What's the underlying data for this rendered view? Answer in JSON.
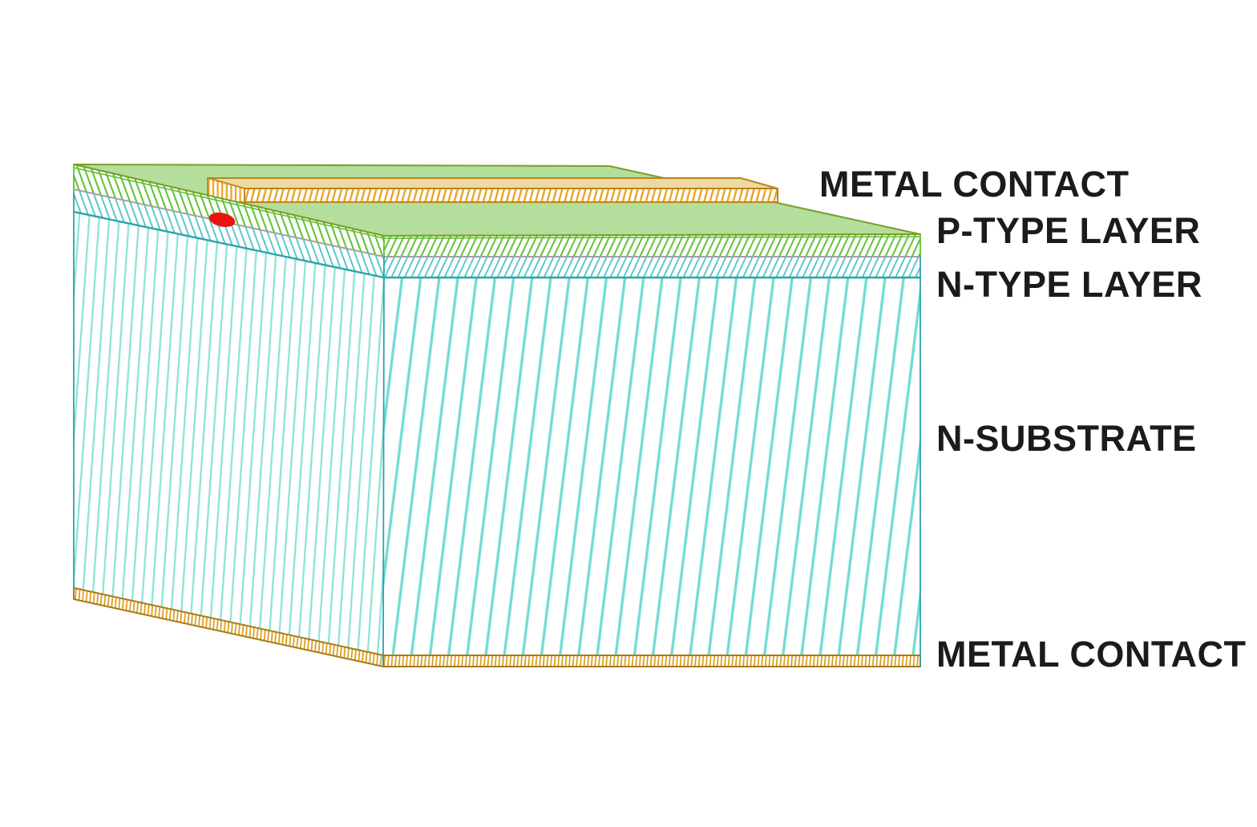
{
  "figure": {
    "kind": "3d-layer-diagram",
    "subject": "semiconductor p-n photodiode layer stack",
    "background": "#ffffff"
  },
  "layer_stack_order": [
    "METAL CONTACT",
    "P-TYPE LAYER",
    "N-TYPE LAYER",
    "N-SUBSTRATE",
    "METAL CONTACT"
  ],
  "labels": [
    {
      "id": "metal-contact-top",
      "text": "METAL CONTACT"
    },
    {
      "id": "p-type-layer",
      "text": "P-TYPE LAYER"
    },
    {
      "id": "n-type-layer",
      "text": "N-TYPE LAYER"
    },
    {
      "id": "n-substrate",
      "text": "N-SUBSTRATE"
    },
    {
      "id": "metal-contact-bottom",
      "text": "METAL CONTACT"
    }
  ],
  "colors": {
    "top_face_green": "#B4DE9B",
    "green_hatch": "#5CC22F",
    "top_face_border": "#7E9C2C",
    "teal_hatch": "#4AC4C4",
    "substrate_hatch_front": "#72DCD4",
    "substrate_hatch_left": "#8BE3DB",
    "substrate_border": "#2BA3AB",
    "pn_boundary_gray": "#A2A2A2",
    "metal_tan": "#EED9A2",
    "metal_hatch": "#EDA21D",
    "metal_border": "#BA8418",
    "metal_bottom_hatch": "#DB9B16",
    "metal_bottom_border": "#A87A16",
    "junction_dot_red": "#EC1212",
    "label_text": "#1B1B1B"
  }
}
